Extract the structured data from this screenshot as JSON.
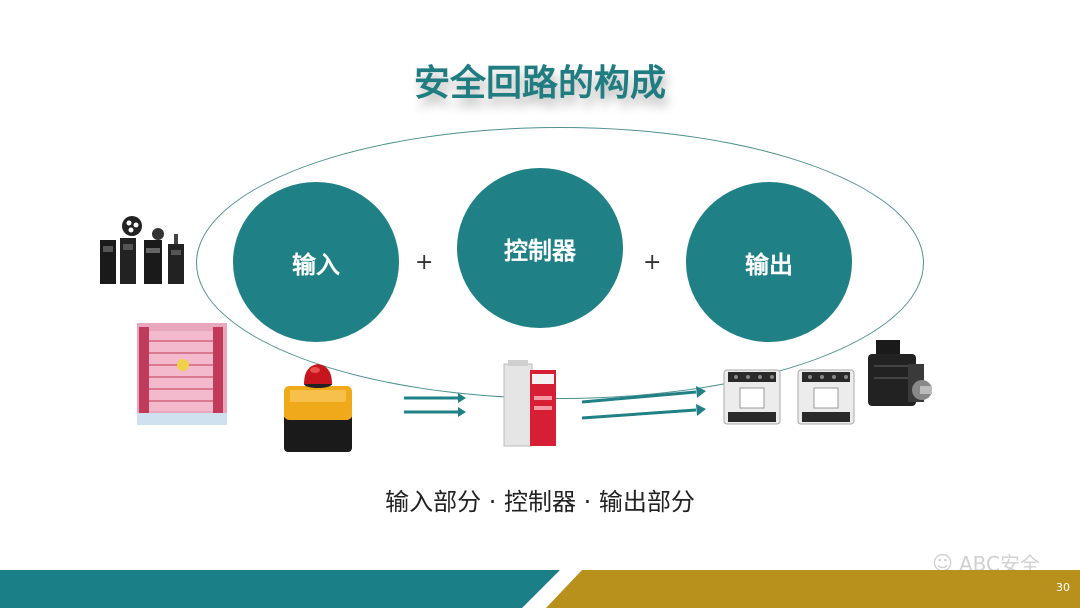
{
  "title": "安全回路的构成",
  "circles": [
    {
      "label": "输入"
    },
    {
      "label": "控制器"
    },
    {
      "label": "输出"
    }
  ],
  "plus": "+",
  "caption": "输入部分 · 控制器 · 输出部分",
  "watermark": "ABC安全",
  "page_number": "30",
  "colors": {
    "teal": "#1f8086",
    "title": "#1f7c80",
    "bar_teal": "#1b7f87",
    "bar_gold": "#b8901c",
    "arrow": "#1f8086"
  }
}
